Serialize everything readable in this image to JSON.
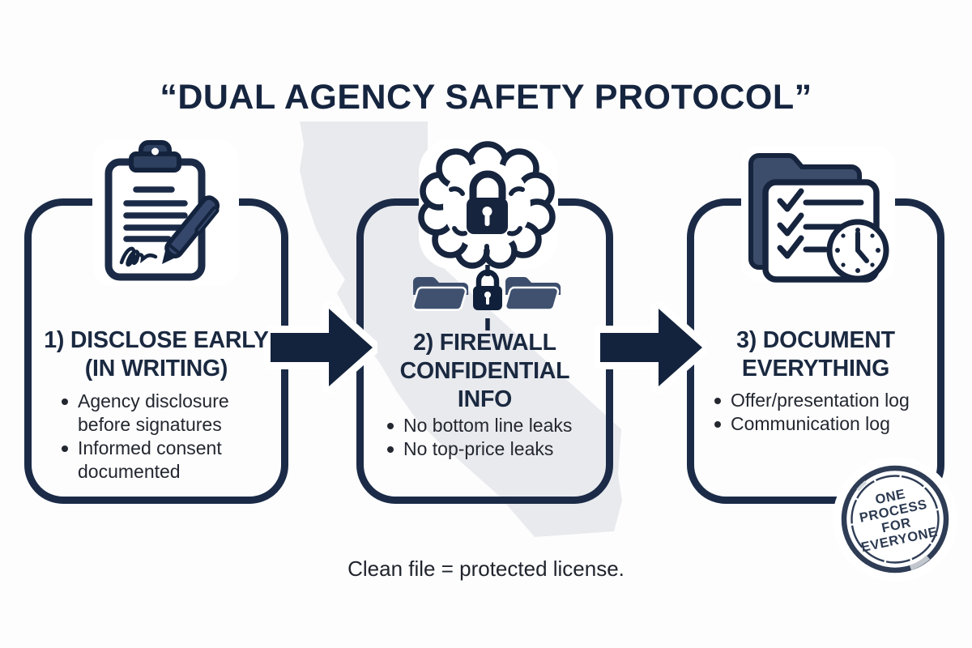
{
  "title": "“DUAL AGENCY SAFETY PROTOCOL”",
  "footer": "Clean file = protected license.",
  "steps": [
    {
      "icon": "clipboard-pen-icon",
      "heading_lines": [
        "1) DISCLOSE EARLY",
        "(IN WRITING)"
      ],
      "bullets": [
        "Agency disclosure before signatures",
        "Informed consent documented"
      ]
    },
    {
      "icon": "brain-lock-icon",
      "heading_lines": [
        "2) FIREWALL",
        "CONFIDENTIAL",
        "INFO"
      ],
      "bullets": [
        "No bottom line leaks",
        "No top-price leaks"
      ]
    },
    {
      "icon": "folder-checklist-clock-icon",
      "heading_lines": [
        "3) DOCUMENT",
        "EVERYTHING"
      ],
      "bullets": [
        "Offer/presentation log",
        "Communication log"
      ]
    }
  ],
  "stamp": {
    "lines": [
      "ONE",
      "PROCESS",
      "FOR",
      "EVERYONE"
    ]
  },
  "colors": {
    "navy_border": "#1b2b47",
    "navy_dark": "#14233d",
    "slate": "#3e506e",
    "ink": "#23272f",
    "map_gray": "#e9eaee",
    "stamp_navy": "#2e3c55"
  }
}
